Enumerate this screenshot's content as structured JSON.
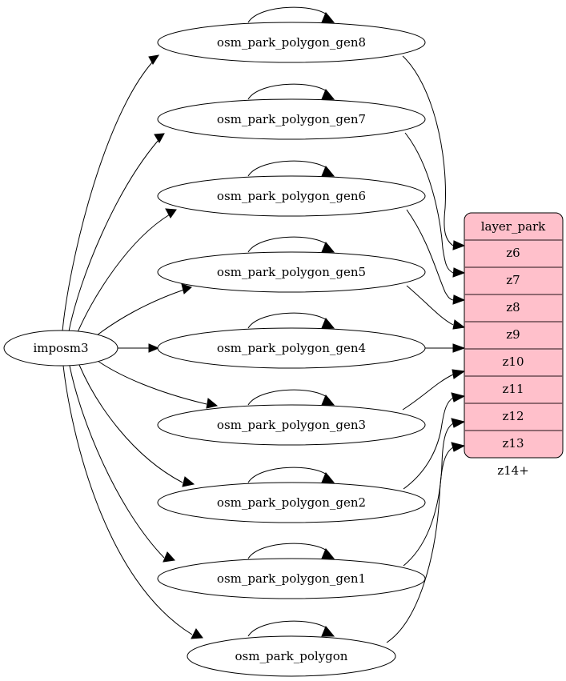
{
  "diagram": {
    "type": "directed-graph",
    "title": "",
    "background_color": "#ffffff",
    "source_node": {
      "id": "imposm3",
      "label": "imposm3",
      "shape": "ellipse",
      "fill": "#ffffff",
      "stroke": "#000000"
    },
    "generalized_nodes": [
      {
        "id": "osm_park_polygon_gen8",
        "label": "osm_park_polygon_gen8",
        "shape": "ellipse",
        "self_loop": true
      },
      {
        "id": "osm_park_polygon_gen7",
        "label": "osm_park_polygon_gen7",
        "shape": "ellipse",
        "self_loop": true
      },
      {
        "id": "osm_park_polygon_gen6",
        "label": "osm_park_polygon_gen6",
        "shape": "ellipse",
        "self_loop": true
      },
      {
        "id": "osm_park_polygon_gen5",
        "label": "osm_park_polygon_gen5",
        "shape": "ellipse",
        "self_loop": true
      },
      {
        "id": "osm_park_polygon_gen4",
        "label": "osm_park_polygon_gen4",
        "shape": "ellipse",
        "self_loop": true
      },
      {
        "id": "osm_park_polygon_gen3",
        "label": "osm_park_polygon_gen3",
        "shape": "ellipse",
        "self_loop": true
      },
      {
        "id": "osm_park_polygon_gen2",
        "label": "osm_park_polygon_gen2",
        "shape": "ellipse",
        "self_loop": true
      },
      {
        "id": "osm_park_polygon_gen1",
        "label": "osm_park_polygon_gen1",
        "shape": "ellipse",
        "self_loop": true
      },
      {
        "id": "osm_park_polygon",
        "label": "osm_park_polygon",
        "shape": "ellipse",
        "self_loop": true
      }
    ],
    "layer_table": {
      "id": "layer_park",
      "header": "layer_park",
      "fill": "#ffc0cb",
      "stroke": "#000000",
      "rows": [
        {
          "id": "z6",
          "label": "z6"
        },
        {
          "id": "z7",
          "label": "z7"
        },
        {
          "id": "z8",
          "label": "z8"
        },
        {
          "id": "z9",
          "label": "z9"
        },
        {
          "id": "z10",
          "label": "z10"
        },
        {
          "id": "z11",
          "label": "z11"
        },
        {
          "id": "z12",
          "label": "z12"
        },
        {
          "id": "z13",
          "label": "z13"
        },
        {
          "id": "z14+",
          "label": "z14+"
        }
      ]
    },
    "edges": [
      {
        "from": "imposm3",
        "to": "osm_park_polygon_gen8"
      },
      {
        "from": "imposm3",
        "to": "osm_park_polygon_gen7"
      },
      {
        "from": "imposm3",
        "to": "osm_park_polygon_gen6"
      },
      {
        "from": "imposm3",
        "to": "osm_park_polygon_gen5"
      },
      {
        "from": "imposm3",
        "to": "osm_park_polygon_gen4"
      },
      {
        "from": "imposm3",
        "to": "osm_park_polygon_gen3"
      },
      {
        "from": "imposm3",
        "to": "osm_park_polygon_gen2"
      },
      {
        "from": "imposm3",
        "to": "osm_park_polygon_gen1"
      },
      {
        "from": "imposm3",
        "to": "osm_park_polygon"
      },
      {
        "from": "osm_park_polygon_gen8",
        "to": "layer_park.z6"
      },
      {
        "from": "osm_park_polygon_gen7",
        "to": "layer_park.z7"
      },
      {
        "from": "osm_park_polygon_gen6",
        "to": "layer_park.z8"
      },
      {
        "from": "osm_park_polygon_gen5",
        "to": "layer_park.z9"
      },
      {
        "from": "osm_park_polygon_gen4",
        "to": "layer_park.z10"
      },
      {
        "from": "osm_park_polygon_gen3",
        "to": "layer_park.z11"
      },
      {
        "from": "osm_park_polygon_gen2",
        "to": "layer_park.z12"
      },
      {
        "from": "osm_park_polygon_gen1",
        "to": "layer_park.z13"
      },
      {
        "from": "osm_park_polygon",
        "to": "layer_park.z14+"
      }
    ]
  }
}
